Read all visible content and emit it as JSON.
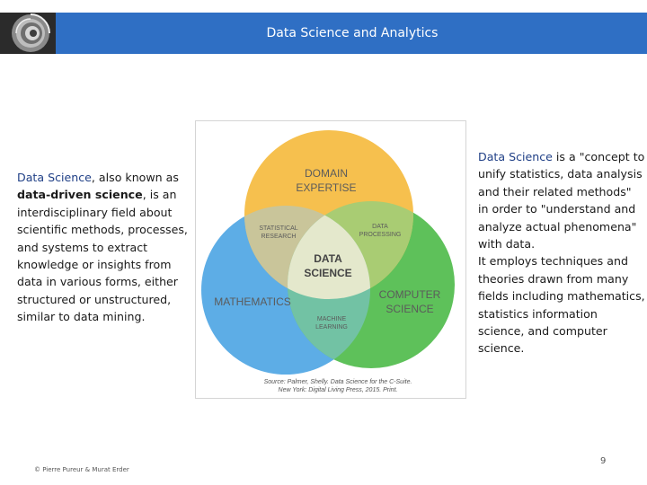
{
  "header": {
    "title": "Data Science and Analytics",
    "bar_color": "#2F6FC4",
    "logo_icon": "spiral-staircase-image"
  },
  "left_text": {
    "term": "Data Science",
    "part1": ", also known as ",
    "alias": "data-driven science",
    "part2": ", is an interdisciplinary field about scientific methods, processes, and systems to extract knowledge or insights from data in various forms, either structured or unstructured, similar to data mining."
  },
  "right_text": {
    "term": "Data Science",
    "part1": " is a \"concept to unify statistics, data analysis and their related methods\" in order to \"understand and analyze actual phenomena\" with data.",
    "part2": "It employs techniques and theories drawn from many fields including mathematics, statistics information science, and computer science."
  },
  "venn": {
    "colors": {
      "domain": "#F6C04E",
      "math": "#5DADE6",
      "cs": "#5EC15A",
      "center": "#E4E8CC"
    },
    "domain_line1": "DOMAIN",
    "domain_line2": "EXPERTISE",
    "math_label": "MATHEMATICS",
    "cs_line1": "COMPUTER",
    "cs_line2": "SCIENCE",
    "stat_line1": "STATISTICAL",
    "stat_line2": "RESEARCH",
    "dp_line1": "DATA",
    "dp_line2": "PROCESSING",
    "ml_line1": "MACHINE",
    "ml_line2": "LEARNING",
    "center_line1": "DATA",
    "center_line2": "SCIENCE",
    "source_line1": "Source: Palmer, Shelly. Data Science for the C-Suite.",
    "source_line2": "New York: Digital Living Press, 2015. Print."
  },
  "footer": {
    "credit": "© Pierre Pureur & Murat Erder",
    "page_number": "9"
  }
}
